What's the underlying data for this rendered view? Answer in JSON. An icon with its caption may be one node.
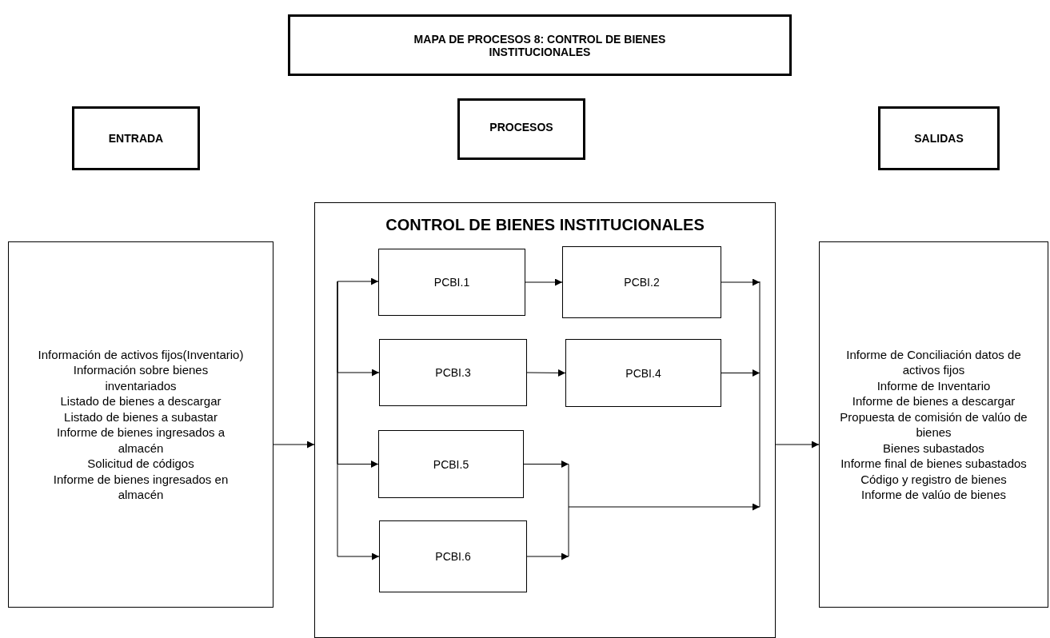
{
  "diagram": {
    "nodes": [
      {
        "text": [
          "MAPA DE PROCESOS 8: CONTROL DE BIENES INSTITUCIONALES"
        ]
      },
      {
        "text": [
          "ENTRADA"
        ]
      },
      {
        "text": [
          "PROCESOS"
        ]
      },
      {
        "text": [
          "SALIDAS"
        ]
      },
      {
        "text": [
          "Información de activos fijos(Inventario)",
          "Información sobre bienes inventariados",
          "Listado de bienes a descargar",
          "Listado de bienes a subastar",
          "Informe de bienes ingresados a almacén",
          "Solicitud de códigos",
          "Informe de bienes ingresados en almacén"
        ]
      },
      {
        "text": [
          "CONTROL DE BIENES INSTITUCIONALES"
        ]
      },
      {
        "text": [
          "PCBI.1"
        ],
        "in": 5
      },
      {
        "text": [
          "PCBI.2"
        ],
        "in": 5
      },
      {
        "text": [
          "PCBI.3"
        ],
        "in": 5
      },
      {
        "text": [
          "PCBI.4"
        ],
        "in": 5
      },
      {
        "text": [
          "PCBI.5"
        ],
        "in": 5
      },
      {
        "text": [
          "PCBI.6"
        ],
        "in": 5
      },
      {
        "text": [
          "Informe de Conciliación datos de activos fijos",
          "Informe de Inventario",
          "Informe de bienes a descargar",
          "Propuesta de comisión de valúo de bienes",
          "Bienes subastados",
          "Informe final de bienes subastados",
          "Código y registro de bienes",
          "Informe de valúo de bienes"
        ]
      }
    ],
    "edges": [
      {
        "from": 4,
        "to": 5,
        "arrow": "to"
      },
      {
        "from": 5,
        "to": 12,
        "arrow": "to"
      },
      {
        "from": null,
        "to": 6,
        "arrow": "to"
      },
      {
        "from": null,
        "to": 8,
        "arrow": "to"
      },
      {
        "from": null,
        "to": 10,
        "arrow": "to"
      },
      {
        "from": null,
        "to": 11,
        "arrow": "to"
      },
      {
        "from": 6,
        "to": 7,
        "arrow": "to"
      },
      {
        "from": 8,
        "to": 9,
        "arrow": "to"
      },
      {
        "from": 7,
        "to": null,
        "arrow": "to"
      },
      {
        "from": 9,
        "to": null,
        "arrow": "to"
      },
      {
        "from": 10,
        "to": null,
        "arrow": "to"
      },
      {
        "from": 11,
        "to": null,
        "arrow": "to"
      }
    ]
  }
}
